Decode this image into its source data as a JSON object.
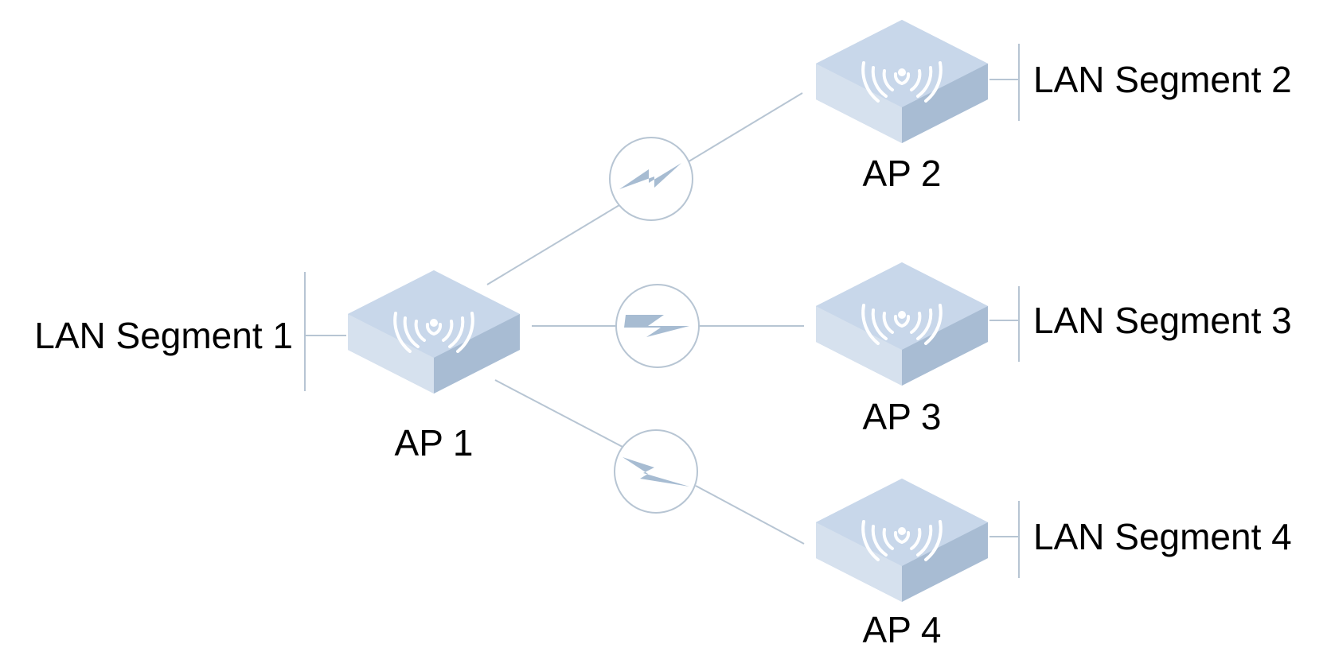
{
  "diagram": {
    "access_points": [
      {
        "label": "AP 1"
      },
      {
        "label": "AP 2"
      },
      {
        "label": "AP 3"
      },
      {
        "label": "AP 4"
      }
    ],
    "lan_segments": [
      {
        "label": "LAN Segment 1"
      },
      {
        "label": "LAN Segment 2"
      },
      {
        "label": "LAN Segment 3"
      },
      {
        "label": "LAN Segment 4"
      }
    ],
    "wireless_links": [
      {
        "from": "AP 1",
        "to": "AP 2",
        "icon": "lightning-bolt-icon"
      },
      {
        "from": "AP 1",
        "to": "AP 3",
        "icon": "lightning-bolt-icon"
      },
      {
        "from": "AP 1",
        "to": "AP 4",
        "icon": "lightning-bolt-icon"
      }
    ],
    "device_icon": "wireless-access-point-icon",
    "colors": {
      "device_top": "#c7d6e9",
      "device_left": "#d5e0ee",
      "device_right": "#a9bdd3",
      "line": "#b7c5d3",
      "bolt": "#a7bcd2",
      "text": "#000000"
    }
  }
}
